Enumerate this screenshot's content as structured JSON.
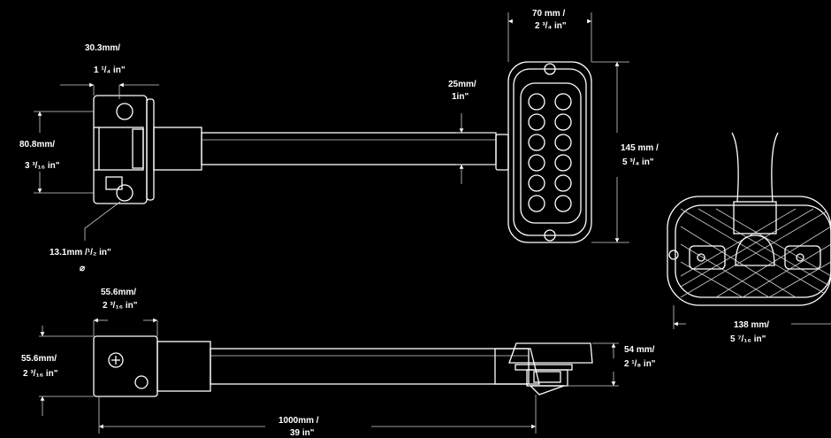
{
  "colors": {
    "background": "#000000",
    "line": "#ffffff"
  },
  "dimensions": {
    "clamp_width_mm": "30.3mm/",
    "clamp_width_in": "1 ¹/₄ in\"",
    "clamp_height_mm": "80.8mm/",
    "clamp_height_in": "3 ³/₁₆ in\"",
    "hole_mm": "13.1mm /¹/₂ in\"",
    "hole_symbol": "⌀",
    "tube_mm": "25mm/",
    "tube_in": "1in\"",
    "head_width_mm": "70 mm /",
    "head_width_in": "2 ³/₄ in\"",
    "head_height_mm": "145 mm /",
    "head_height_in": "5 ³/₄ in\"",
    "side_clamp_width_mm": "55.6mm/",
    "side_clamp_width_in": "2 ³/₁₆ in\"",
    "side_clamp_height_mm": "55.6mm/",
    "side_clamp_height_in": "2 ³/₁₆ in\"",
    "side_head_height_mm": "54 mm/",
    "side_head_height_in": "2 ¹/₈ in\"",
    "length_mm": "1000mm /",
    "length_in": "39 in\"",
    "end_width_mm": "138 mm/",
    "end_width_in": "5 ⁷/₁₆ in\""
  }
}
